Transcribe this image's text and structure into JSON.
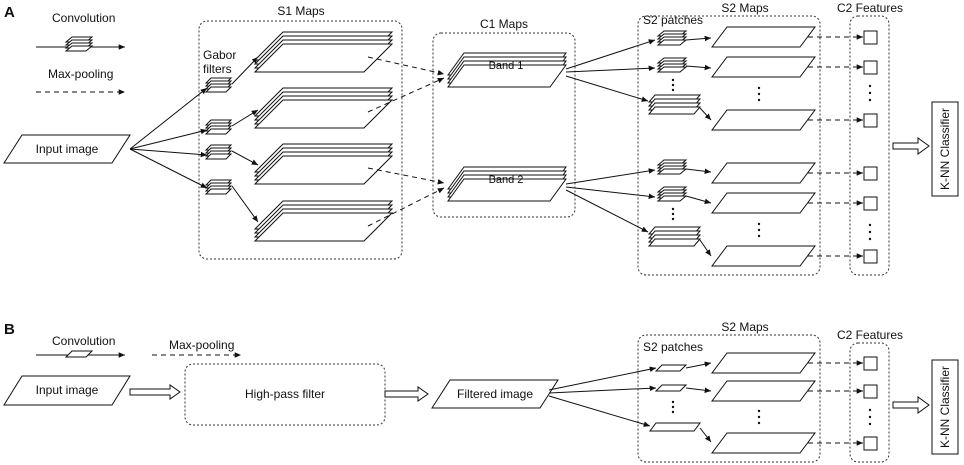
{
  "panel_a": {
    "letter": "A",
    "legend": {
      "convolution": "Convolution",
      "max_pooling": "Max-pooling"
    },
    "input_image": "Input image",
    "gabor_filters_line1": "Gabor",
    "gabor_filters_line2": "filters",
    "s1_maps": "S1 Maps",
    "c1_maps": "C1 Maps",
    "band1": "Band 1",
    "band2": "Band 2",
    "s2_patches": "S2 patches",
    "s2_maps": "S2 Maps",
    "c2_features": "C2 Features",
    "classifier": "K-NN Classifier"
  },
  "panel_b": {
    "letter": "B",
    "legend": {
      "convolution": "Convolution",
      "max_pooling": "Max-pooling"
    },
    "input_image": "Input image",
    "high_pass_filter": "High-pass filter",
    "filtered_image": "Filtered image",
    "s2_patches": "S2 patches",
    "s2_maps": "S2 Maps",
    "c2_features": "C2 Features",
    "classifier": "K-NN Classifier"
  }
}
